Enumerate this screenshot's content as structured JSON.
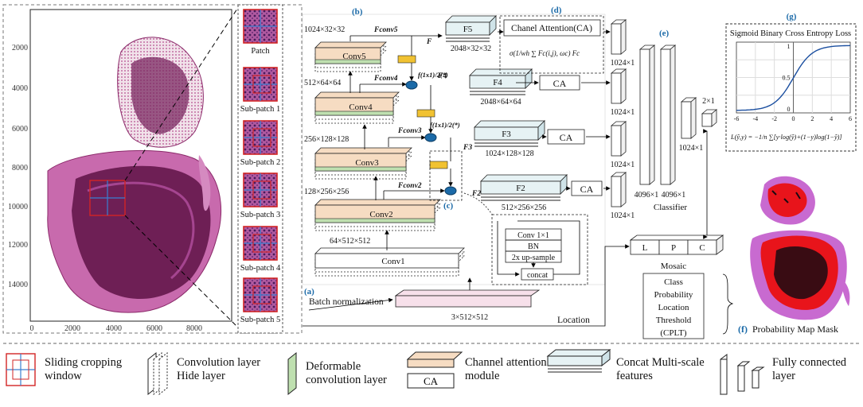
{
  "slide": {
    "y_ticks": [
      "2000",
      "4000",
      "6000",
      "8000",
      "10000",
      "12000",
      "14000"
    ],
    "x_ticks": [
      "0",
      "2000",
      "4000",
      "6000",
      "8000"
    ]
  },
  "patches": {
    "title": "Patch",
    "items": [
      "Sub-patch 1",
      "Sub-patch 2",
      "Sub-patch 3",
      "Sub-patch 4",
      "Sub-patch 5"
    ]
  },
  "labels": {
    "a": "(a)",
    "b": "(b)",
    "c": "(c)",
    "d": "(d)",
    "e": "(e)",
    "f": "(f)",
    "g": "(g)"
  },
  "backbone": {
    "conv5": "Conv5",
    "conv4": "Conv4",
    "conv3": "Conv3",
    "conv2": "Conv2",
    "conv1": "Conv1",
    "dim5": "1024×32×32",
    "dim4": "512×64×64",
    "dim3": "256×128×128",
    "dim2": "128×256×256",
    "dim1": "64×512×512",
    "input_dim": "3×512×512",
    "batch_norm": "Batch normalization"
  },
  "fpn": {
    "f5": "F5",
    "f4": "F4",
    "f3": "F3",
    "f2": "F2",
    "f5_dim": "2048×32×32",
    "f4_dim": "2048×64×64",
    "f3_dim": "1024×128×128",
    "f2_dim": "512×256×256",
    "ca": "CA",
    "ca_title": "Chanel Attention(CA)",
    "fconv5": "Fconv5",
    "fconv4": "Fconv4",
    "fconv3": "Fconv3",
    "fconv2": "Fconv2",
    "up_fn": "f(1x1)/2(*)",
    "detail": [
      "Conv 1×1",
      "BN",
      "2x up-sample",
      "concat"
    ]
  },
  "classifier": {
    "out1": "1024×1",
    "fc1": "4096×1",
    "fc2": "4096×1",
    "fc3": "1024×1",
    "final": "2×1",
    "label": "Classifier"
  },
  "mosaic": {
    "cells": [
      "L",
      "P",
      "C"
    ],
    "title": "Mosaic",
    "desc": [
      "Class",
      "Probability",
      "Location",
      "Threshold",
      "(CPLT)"
    ],
    "location": "Location"
  },
  "loss": {
    "title": "Sigmoid Binary Cross Entropy Loss",
    "x_ticks": [
      "-6",
      "-4",
      "-2",
      "0",
      "2",
      "4",
      "6"
    ],
    "y_ticks": [
      "1",
      "0.5",
      "0"
    ]
  },
  "prob_map": {
    "label": "Probability Map Mask"
  },
  "legend": {
    "window": [
      "Sliding cropping",
      "window"
    ],
    "conv": [
      "Convolution layer",
      "Hide layer"
    ],
    "deform": [
      "Deformable",
      "convolution layer"
    ],
    "ca": [
      "Channel attention",
      "module"
    ],
    "ca_box": "CA",
    "concat": [
      "Concat Multi-scale",
      "features"
    ],
    "fc": [
      "Fully connected",
      "layer"
    ]
  },
  "colors": {
    "tissue": "#8b2a6a",
    "tissue_light": "#d58ac0",
    "conv_fill": "#f6dcc2",
    "deform": "#bfe0b0",
    "ca_fill": "#e6f2f4",
    "batch": "#f7e0ea",
    "accent_blue": "#1b6aa8",
    "patch_red": "#d22525",
    "mask_red": "#e8141b"
  }
}
